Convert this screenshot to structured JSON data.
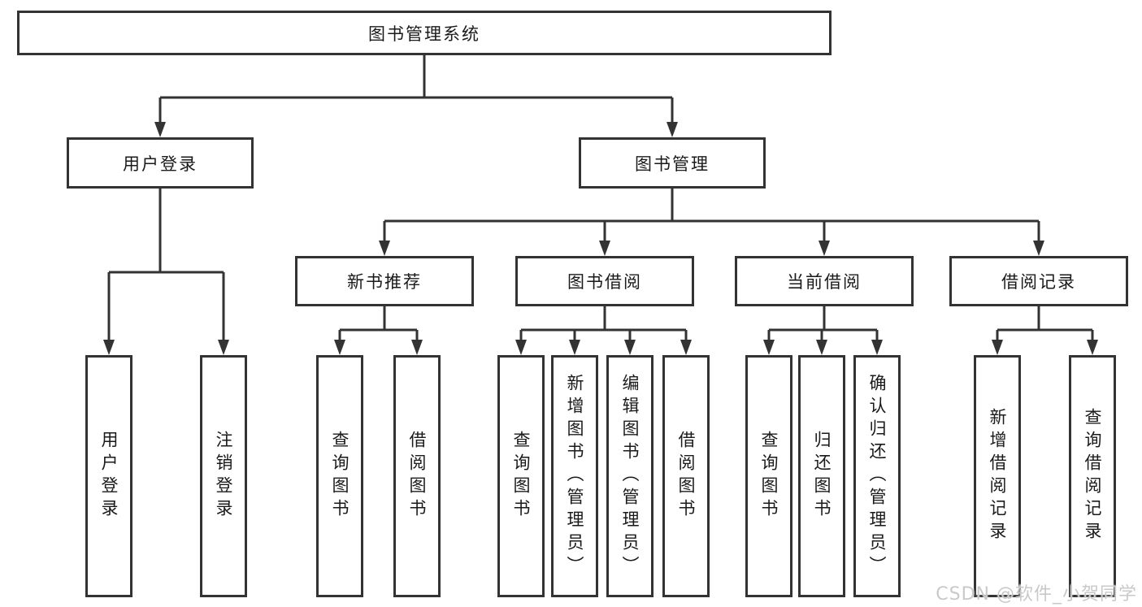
{
  "diagram": {
    "root": "图书管理系统",
    "branches": {
      "user_login": {
        "label": "用户登录",
        "children": {
          "login": "用户登录",
          "logout": "注销登录"
        }
      },
      "book_management": {
        "label": "图书管理",
        "children": {
          "new_book_recommend": {
            "label": "新书推荐",
            "children": {
              "query_book": "查询图书",
              "borrow_book": "借阅图书"
            }
          },
          "book_borrowing": {
            "label": "图书借阅",
            "children": {
              "query_book": "查询图书",
              "add_book": "新增图书（管理员）",
              "edit_book": "编辑图书（管理员）",
              "borrow_book": "借阅图书"
            }
          },
          "current_borrowing": {
            "label": "当前借阅",
            "children": {
              "query_book": "查询图书",
              "return_book": "归还图书",
              "confirm_return": "确认归还（管理员）"
            }
          },
          "borrowing_records": {
            "label": "借阅记录",
            "children": {
              "add_record": "新增借阅记录",
              "query_record": "查询借阅记录"
            }
          }
        }
      }
    }
  },
  "watermark": "CSDN @软件_小贺同学",
  "colors": {
    "line": "#333333",
    "text": "#1a1a1a",
    "watermark": "#c9c9c9",
    "background": "#ffffff"
  }
}
